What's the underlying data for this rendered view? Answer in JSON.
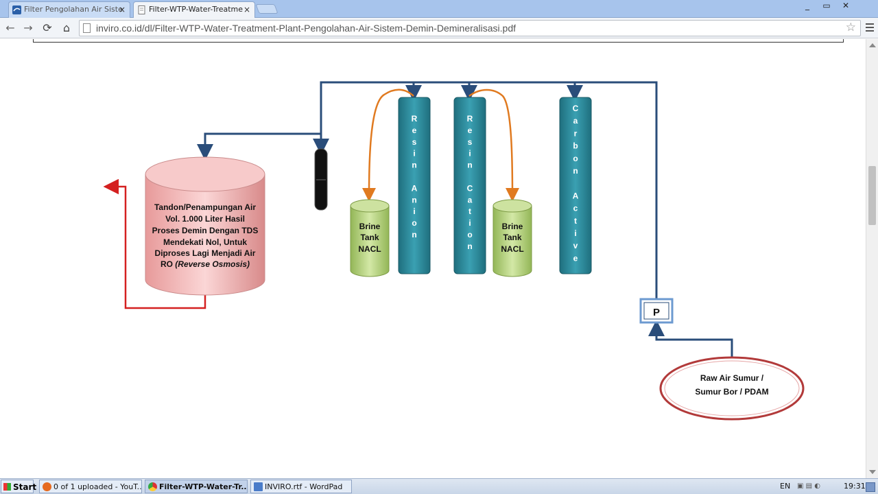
{
  "tabs": [
    {
      "title": "Filter Pengolahan Air Siste",
      "active": false
    },
    {
      "title": "Filter-WTP-Water-Treatme",
      "active": true
    }
  ],
  "tab_close_glyph": "×",
  "window_controls": [
    "_",
    "▭",
    "✕"
  ],
  "address": {
    "url": "inviro.co.id/dl/Filter-WTP-Water-Treatment-Plant-Pengolahan-Air-Sistem-Demin-Demineralisasi.pdf"
  },
  "nav": {
    "back": "←",
    "forward": "→",
    "reload": "⟳",
    "home": "⌂"
  },
  "diagram": {
    "tank_label_lines": [
      "Tandon/Penampungan Air",
      "Vol. 1.000 Liter Hasil",
      "Proses Demin Dengan TDS",
      "Mendekati Nol, Untuk",
      "Diproses Lagi Menjadi Air"
    ],
    "tank_label_last_prefix": "RO ",
    "tank_label_last_italic": "(Reverse Osmosis)",
    "brine_left": [
      "Brine",
      "Tank",
      "NACL"
    ],
    "brine_right": [
      "Brine",
      "Tank",
      "NACL"
    ],
    "resin_anion": [
      "R",
      "e",
      "s",
      "i",
      "n",
      "",
      "A",
      "n",
      "i",
      "o",
      "n"
    ],
    "resin_cation": [
      "R",
      "e",
      "s",
      "i",
      "n",
      "",
      "C",
      "a",
      "t",
      "i",
      "o",
      "n"
    ],
    "carbon_active": [
      "C",
      "a",
      "r",
      "b",
      "o",
      "n",
      "",
      "A",
      "c",
      "t",
      "i",
      "v",
      "e"
    ],
    "pump_label": "P",
    "source_lines": [
      "Raw Air Sumur /",
      "Sumur Bor / PDAM"
    ],
    "colors": {
      "pipe": "#2a4d7a",
      "brine_pipe": "#e07a20",
      "output_pipe": "#d42020",
      "tank_fill": "#f2b8b8",
      "column_fill": "#2e8797",
      "brine_fill": "#b5d27a",
      "source_border": "#b23a3a"
    }
  },
  "taskbar": {
    "start": "Start",
    "tasks": [
      {
        "label": "0 of 1 uploaded - YouT...",
        "active": false
      },
      {
        "label": "Filter-WTP-Water-Tr...",
        "active": true
      },
      {
        "label": "INVIRO.rtf - WordPad",
        "active": false
      }
    ],
    "lang": "EN",
    "clock": "19:31"
  }
}
